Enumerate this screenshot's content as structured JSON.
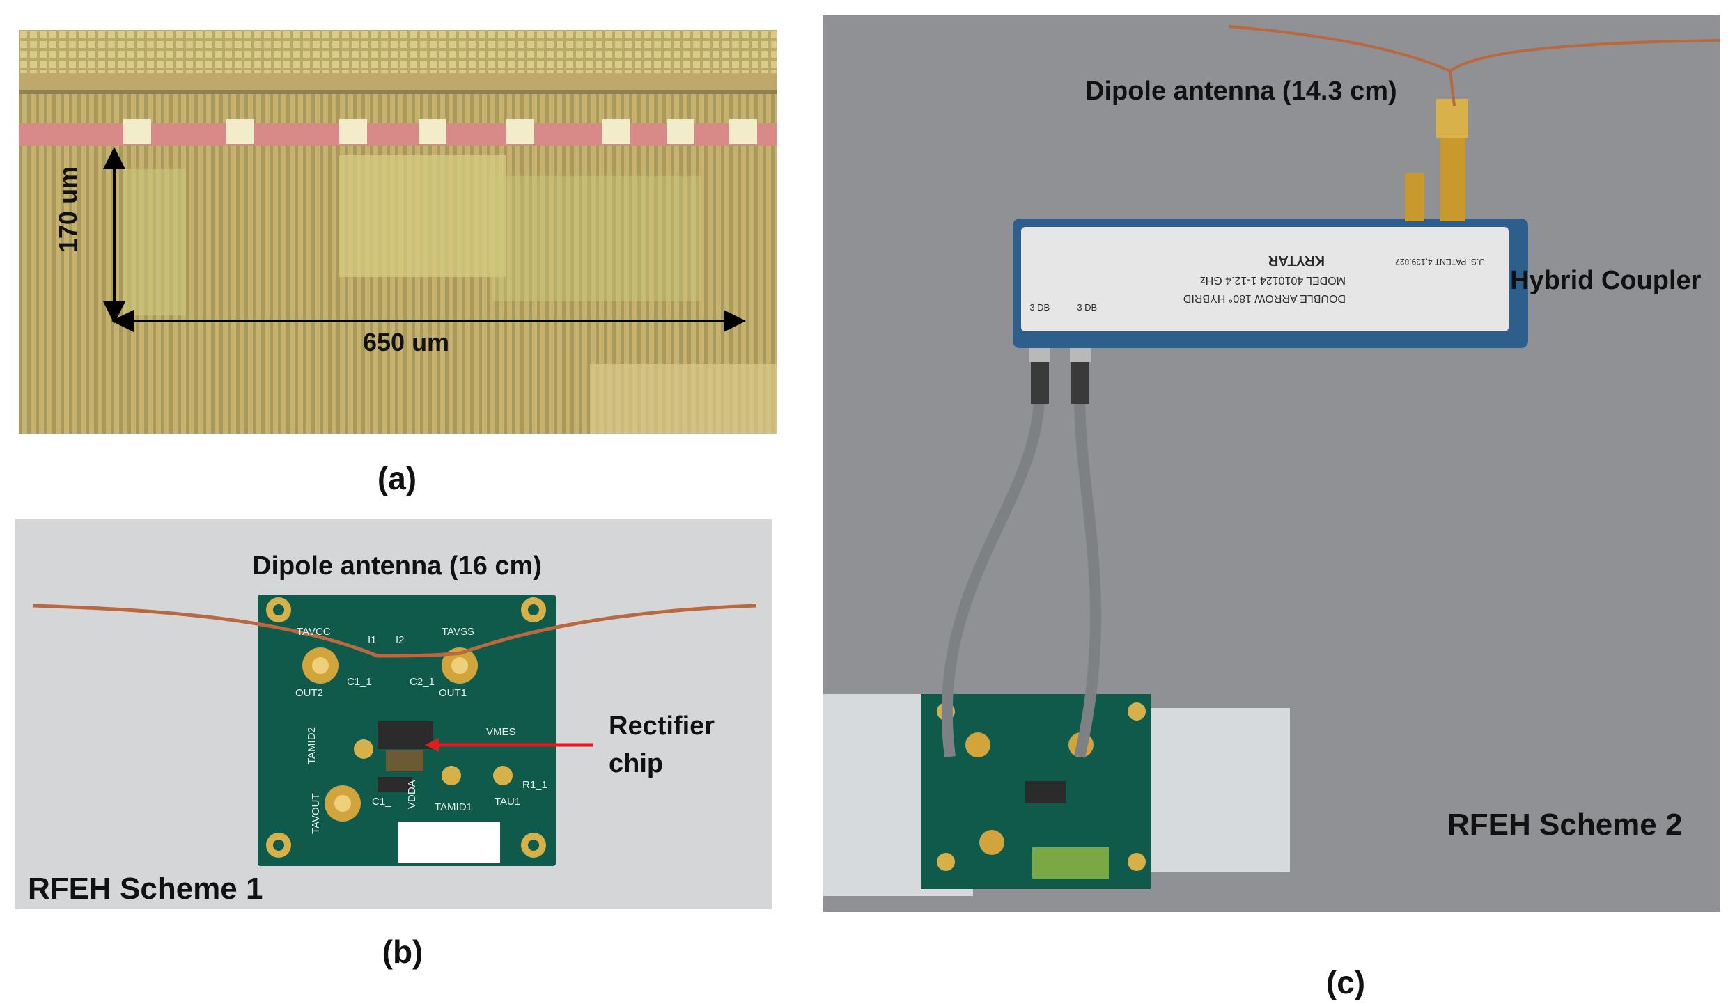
{
  "panel_a": {
    "caption": "(a)",
    "height_label": "170 um",
    "width_label": "650 um"
  },
  "panel_b": {
    "caption": "(b)",
    "antenna_label": "Dipole antenna (16 cm)",
    "chip_label_line1": "Rectifier",
    "chip_label_line2": "chip",
    "scheme_label": "RFEH Scheme 1",
    "pcb_text": {
      "tavcc": "TAVCC",
      "tavss": "TAVSS",
      "i1": "I1",
      "i2": "I2",
      "out1": "OUT1",
      "out2": "OUT2",
      "c1_1": "C1_1",
      "c2_1": "C2_1",
      "vmes": "VMES",
      "tamid2": "TAMID2",
      "tamid1": "TAMID1",
      "tavout": "TAVOUT",
      "vdda": "VDDA",
      "tau1": "TAU1",
      "r1": "R1_1",
      "c1": "C1_"
    }
  },
  "panel_c": {
    "caption": "(c)",
    "antenna_label": "Dipole antenna (14.3 cm)",
    "coupler_label": "Hybrid Coupler",
    "scheme_label": "RFEH Scheme 2",
    "coupler_text": {
      "brand": "KRYTAR",
      "line1": "DOUBLE ARROW 180° HYBRID",
      "line2": "MODEL 4010124     1-12.4 GHz",
      "patent": "U.S. PATENT 4,139,827",
      "port3": "-3 DB",
      "port2": "-3 DB"
    }
  },
  "colors": {
    "die_gold": "#c7b069",
    "die_pink": "#d98a88",
    "pcb_green": "#0f5a4a",
    "coupler_blue": "#2e5e8c",
    "arrow_red": "#e31b1b",
    "copper": "#b8693f"
  }
}
